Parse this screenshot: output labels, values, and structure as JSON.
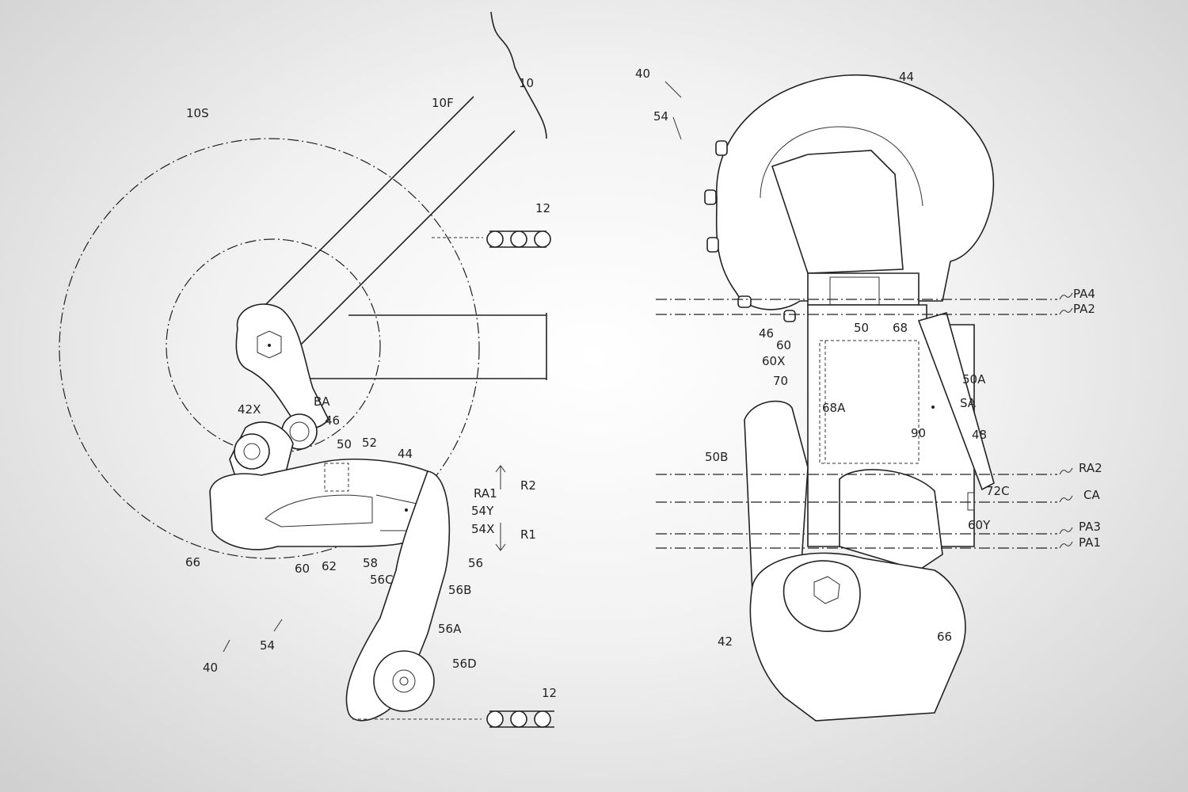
{
  "left_view": {
    "labels": {
      "sprocket": "10S",
      "frame_tube": "10F",
      "frame": "10",
      "chain_top": "12",
      "bracket_axis": "42X",
      "axis": "BA",
      "l46": "46",
      "l50": "50",
      "l52": "52",
      "l44": "44",
      "ra1": "RA1",
      "r2": "R2",
      "l54y": "54Y",
      "l54x": "54X",
      "r1": "R1",
      "l66": "66",
      "l60": "60",
      "l62": "62",
      "l58": "58",
      "l56": "56",
      "l56c": "56C",
      "l56b": "56B",
      "l56a": "56A",
      "l56d": "56D",
      "chain_bottom": "12",
      "l40": "40",
      "l54": "54"
    }
  },
  "right_view": {
    "labels": {
      "l40": "40",
      "l54": "54",
      "l44": "44",
      "l50": "50",
      "l68": "68",
      "l46": "46",
      "l60": "60",
      "l60x": "60X",
      "l70": "70",
      "l50a": "50A",
      "sa": "SA",
      "l68a": "68A",
      "l90": "90",
      "l48": "48",
      "l50b": "50B",
      "l72c": "72C",
      "l60y": "60Y",
      "l42": "42",
      "l66": "66"
    },
    "axes": [
      "PA4",
      "PA2",
      "RA2",
      "CA",
      "PA3",
      "PA1"
    ]
  }
}
